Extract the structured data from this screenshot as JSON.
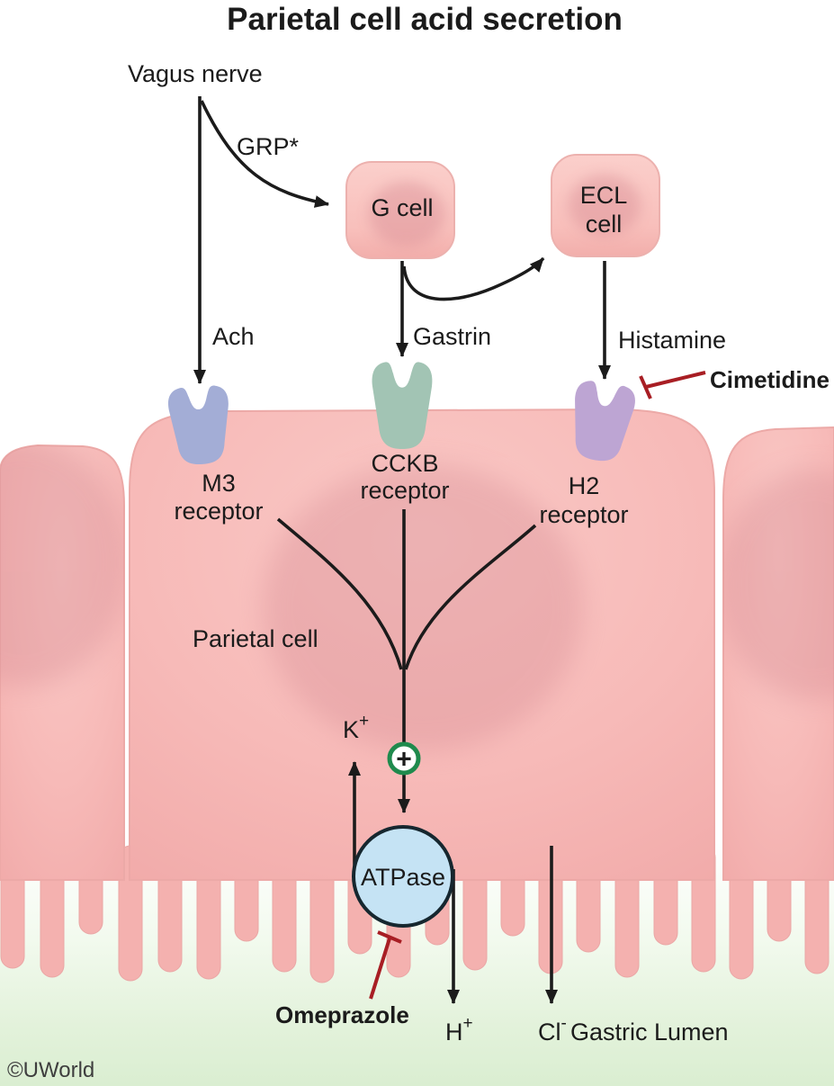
{
  "title": "Parietal cell acid secretion",
  "pathway": {
    "vagus_nerve": "Vagus nerve",
    "grp": "GRP*",
    "ach": "Ach",
    "gastrin": "Gastrin",
    "histamine": "Histamine"
  },
  "cells": {
    "g_cell": "G cell",
    "ecl_cell": {
      "line1": "ECL",
      "line2": "cell"
    },
    "parietal_cell": "Parietal cell"
  },
  "receptors": {
    "m3": {
      "line1": "M3",
      "line2": "receptor"
    },
    "cckb": {
      "line1": "CCKB",
      "line2": "receptor"
    },
    "h2": {
      "line1": "H2",
      "line2": "receptor"
    }
  },
  "drugs": {
    "cimetidine": "Cimetidine",
    "omeprazole": "Omeprazole"
  },
  "pump": {
    "label": "ATPase",
    "stimulation_sign": "+"
  },
  "ions": {
    "k": {
      "base": "K",
      "sup": "+"
    },
    "h": {
      "base": "H",
      "sup": "+"
    },
    "cl": {
      "base": "Cl",
      "sup": "-"
    }
  },
  "regions": {
    "gastric_lumen": "Gastric Lumen"
  },
  "credit": "©UWorld",
  "colors": {
    "m3_receptor": "#a3add6",
    "cckb_receptor": "#a2c4b4",
    "h2_receptor": "#bda5d3",
    "atpase_fill": "#c5e3f4",
    "atpase_stroke": "#16272f",
    "stimulation_green": "#1f8a4d",
    "inhibition_red": "#a81e24",
    "arrow_black": "#1b1b1b",
    "cell_pink": "#f6b6b4",
    "lumen_green": "#dcefd3"
  }
}
